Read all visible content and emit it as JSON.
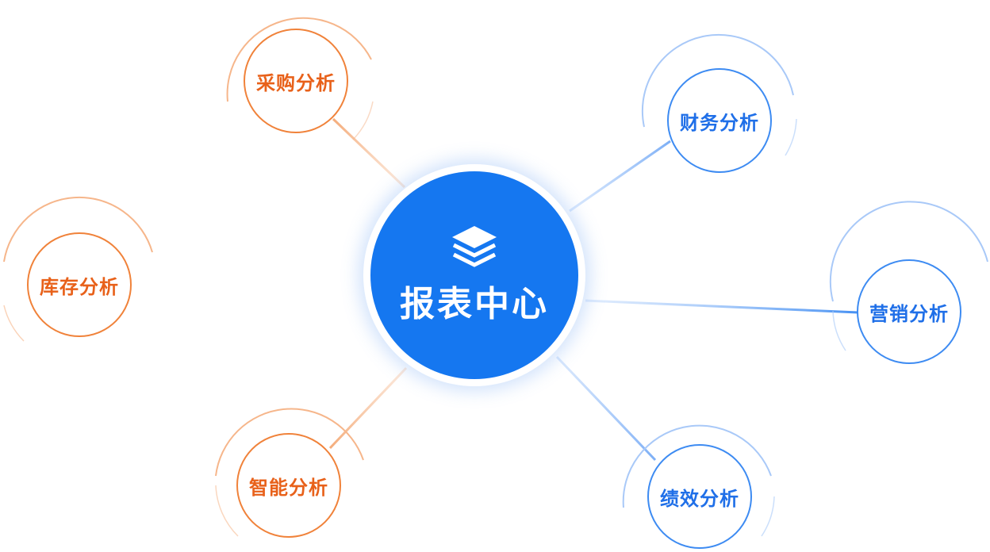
{
  "center": {
    "title": "报表中心",
    "icon": "layers-icon",
    "color": "#1577f0"
  },
  "colors": {
    "orange": "#f0823a",
    "blue": "#3d8bf2"
  },
  "nodes": [
    {
      "label": "采购分析",
      "color": "orange"
    },
    {
      "label": "库存分析",
      "color": "orange"
    },
    {
      "label": "智能分析",
      "color": "orange"
    },
    {
      "label": "财务分析",
      "color": "blue"
    },
    {
      "label": "营销分析",
      "color": "blue"
    },
    {
      "label": "绩效分析",
      "color": "blue"
    }
  ]
}
